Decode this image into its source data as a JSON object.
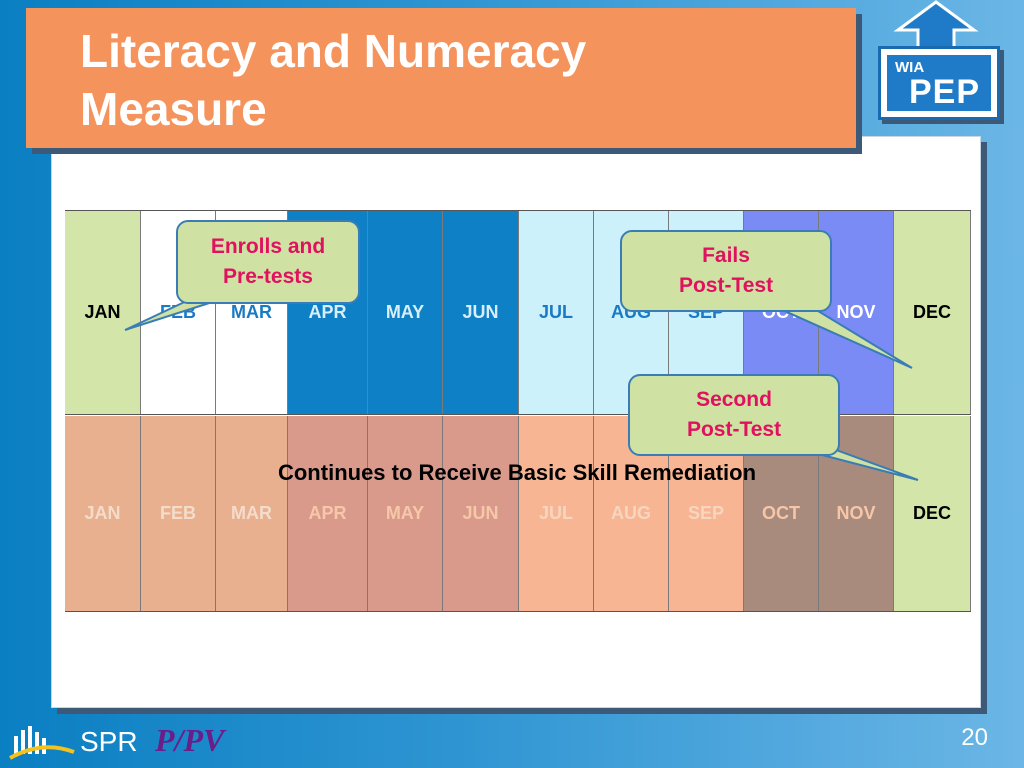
{
  "slide": {
    "title_line1": "Literacy and Numeracy",
    "title_line2": "Measure",
    "page_number": "20"
  },
  "logo": {
    "wia": "WIA",
    "pep": "PEP"
  },
  "footer": {
    "spr": "SPR",
    "ppv": "P/PV"
  },
  "timeline": {
    "top_row": [
      {
        "month": "JAN",
        "fill": "#d3e5a8",
        "text": "#000000"
      },
      {
        "month": "FEB",
        "fill": "#ffffff",
        "text": "#1a7ac4"
      },
      {
        "month": "MAR",
        "fill": "#ffffff",
        "text": "#1a7ac4"
      },
      {
        "month": "APR",
        "fill": "#0d80c6",
        "text": "#d8eefa"
      },
      {
        "month": "MAY",
        "fill": "#0d80c6",
        "text": "#d8eefa"
      },
      {
        "month": "JUN",
        "fill": "#0d80c6",
        "text": "#d8eefa"
      },
      {
        "month": "JUL",
        "fill": "#ccf1fb",
        "text": "#1a7ac4"
      },
      {
        "month": "AUG",
        "fill": "#ccf1fb",
        "text": "#1a7ac4"
      },
      {
        "month": "SEP",
        "fill": "#ccf1fb",
        "text": "#1a7ac4"
      },
      {
        "month": "OCT",
        "fill": "#7b8bf6",
        "text": "#ffffff"
      },
      {
        "month": "NOV",
        "fill": "#7b8bf6",
        "text": "#ffffff"
      },
      {
        "month": "DEC",
        "fill": "#d3e5a8",
        "text": "#000000"
      }
    ],
    "bottom_row": [
      {
        "month": "JAN",
        "fill": "#e8b08e",
        "text": "#f4dccb"
      },
      {
        "month": "FEB",
        "fill": "#e8b08e",
        "text": "#f4dccb"
      },
      {
        "month": "MAR",
        "fill": "#e8b08e",
        "text": "#f4dccb"
      },
      {
        "month": "APR",
        "fill": "#d99a8c",
        "text": "#f6c7a8"
      },
      {
        "month": "MAY",
        "fill": "#d99a8c",
        "text": "#f6c7a8"
      },
      {
        "month": "JUN",
        "fill": "#d99a8c",
        "text": "#f6c7a8"
      },
      {
        "month": "JUL",
        "fill": "#f7b593",
        "text": "#f7d6c0"
      },
      {
        "month": "AUG",
        "fill": "#f7b593",
        "text": "#f7d6c0"
      },
      {
        "month": "SEP",
        "fill": "#f7b593",
        "text": "#f7d6c0"
      },
      {
        "month": "OCT",
        "fill": "#a98b7e",
        "text": "#f7c6a8"
      },
      {
        "month": "NOV",
        "fill": "#a98b7e",
        "text": "#f7c6a8"
      },
      {
        "month": "DEC",
        "fill": "#d3e5a8",
        "text": "#000000"
      }
    ],
    "continues_label": "Continues to Receive Basic Skill Remediation"
  },
  "callouts": {
    "enrolls": {
      "line1": "Enrolls and",
      "line2": "Pre-tests"
    },
    "fails": {
      "line1": "Fails",
      "line2": "Post-Test"
    },
    "second": {
      "line1": "Second",
      "line2": "Post-Test"
    }
  }
}
